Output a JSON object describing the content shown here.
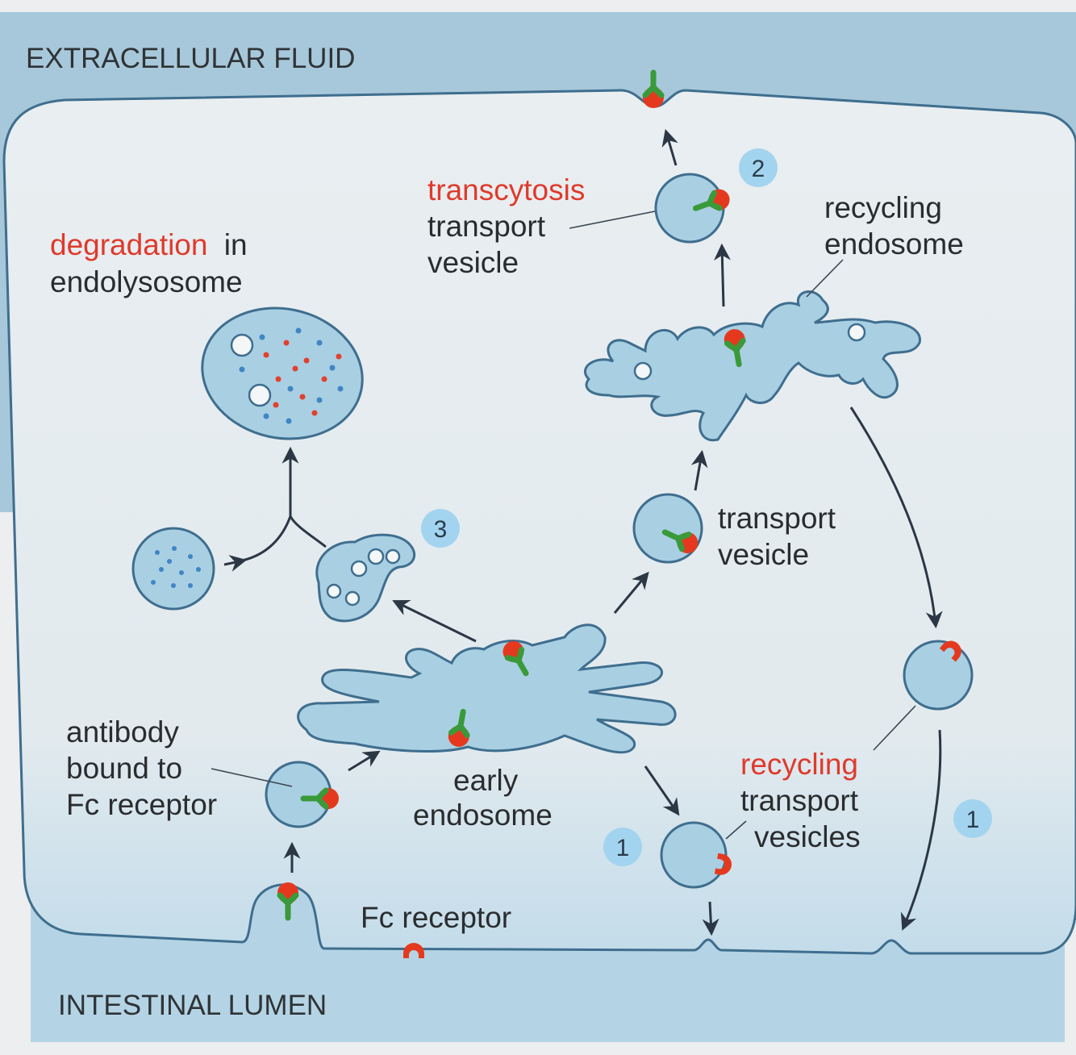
{
  "regions": {
    "extracellular": "EXTRACELLULAR FLUID",
    "lumen": "INTESTINAL LUMEN"
  },
  "labels": {
    "degradation": {
      "highlight": "degradation",
      "rest": "in",
      "line2": "endolysosome"
    },
    "transcytosis": {
      "highlight": "transcytosis",
      "line2": "transport",
      "line3": "vesicle"
    },
    "recycling_endosome": {
      "line1": "recycling",
      "line2": "endosome"
    },
    "transport_vesicle": {
      "line1": "transport",
      "line2": "vesicle"
    },
    "antibody": {
      "line1": "antibody",
      "line2": "bound to",
      "line3": "Fc receptor"
    },
    "early_endosome": {
      "line1": "early",
      "line2": "endosome"
    },
    "recycling_vesicles": {
      "highlight": "recycling",
      "line2": "transport",
      "line3": "vesicles"
    },
    "fc_receptor": "Fc receptor"
  },
  "steps": {
    "transcytosis": "2",
    "degradation": "3",
    "recycling_left": "1",
    "recycling_right": "1"
  },
  "colors": {
    "highlight_text": "#df3a2c",
    "membrane": "#3f6e8e",
    "compartment_fill": "#a9cfe3",
    "antibody": "#3a9a3a",
    "fc_receptor": "#e5391f",
    "badge": "#a3d4ef",
    "extracellular_fluid": "#a7c8da"
  }
}
